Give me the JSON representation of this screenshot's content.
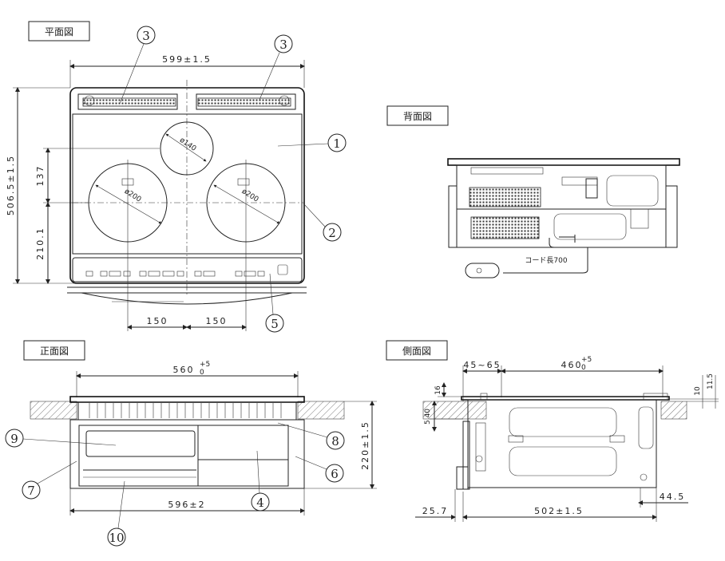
{
  "views": {
    "plan": "平面図",
    "back": "背面図",
    "front": "正面図",
    "side": "側面図"
  },
  "dims": {
    "plan_width": "599±1.5",
    "plan_depth": "506.5±1.5",
    "plan_137": "137",
    "plan_210": "210.1",
    "plan_150a": "150",
    "plan_150b": "150",
    "dia_140": "ø140",
    "dia_200a": "ø200",
    "dia_200b": "ø200",
    "cord": "コード長700",
    "front_560": "560",
    "front_560_tol_hi": "+5",
    "front_560_tol_lo": "0",
    "front_596": "596±2",
    "front_220": "220±1.5",
    "side_4565": "45~65",
    "side_460": "460",
    "side_460_tol_hi": "+5",
    "side_460_tol_lo": "0",
    "side_16": "16",
    "side_540": "5 40",
    "side_10": "10",
    "side_115": "11.5",
    "side_445": "44.5",
    "side_257": "25.7",
    "side_502": "502±1.5"
  },
  "callouts": [
    "1",
    "2",
    "3",
    "3",
    "5",
    "4",
    "6",
    "7",
    "8",
    "9",
    "10"
  ]
}
